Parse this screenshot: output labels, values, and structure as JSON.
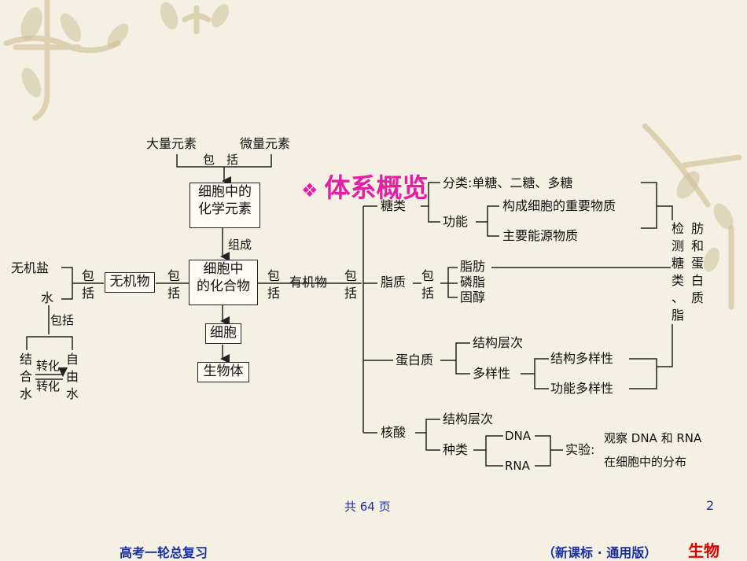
{
  "title": "体系概览",
  "top": {
    "macro": "大量元素",
    "micro": "微量元素",
    "include": "包　括"
  },
  "boxes": {
    "elements": [
      "细胞中的",
      "化学元素"
    ],
    "compounds": [
      "细胞中",
      "的化合物"
    ],
    "cell": "细胞",
    "organism": "生物体",
    "inorganic": "无机物"
  },
  "labels": {
    "compose": "组成",
    "include_v": [
      "包",
      "括"
    ],
    "organic": "有机物",
    "inorganic_salt": "无机盐",
    "water": "水",
    "include_h": "包括",
    "bound_water": [
      "结",
      "合",
      "水"
    ],
    "free_water": [
      "自",
      "由",
      "水"
    ],
    "convert": "转化"
  },
  "sugar": {
    "name": "糖类",
    "classes": "分类:单糖、二糖、多糖",
    "function": "功能",
    "f1": "构成细胞的重要物质",
    "f2": "主要能源物质"
  },
  "lipid": {
    "name": "脂质",
    "items": [
      "脂肪",
      "磷脂",
      "固醇"
    ]
  },
  "protein": {
    "name": "蛋白质",
    "structure": "结构层次",
    "diversity": "多样性",
    "d1": "结构多样性",
    "d2": "功能多样性"
  },
  "nucleic": {
    "name": "核酸",
    "structure": "结构层次",
    "kinds": "种类",
    "dna": "DNA",
    "rna": "RNA",
    "experiment": "实验:",
    "exp_text1": "观察 DNA 和 RNA",
    "exp_text2": "在细胞中的分布"
  },
  "detect_col1": [
    "检",
    "测",
    "糖",
    "类",
    "、",
    "脂"
  ],
  "detect_col2": [
    "肪",
    "和",
    "蛋",
    "白",
    "质"
  ],
  "page": {
    "info": "共 64 页",
    "number": "2"
  },
  "footer": {
    "left": "高考一轮总复习",
    "right": "（新课标 · 通用版）",
    "subject": "生物"
  }
}
